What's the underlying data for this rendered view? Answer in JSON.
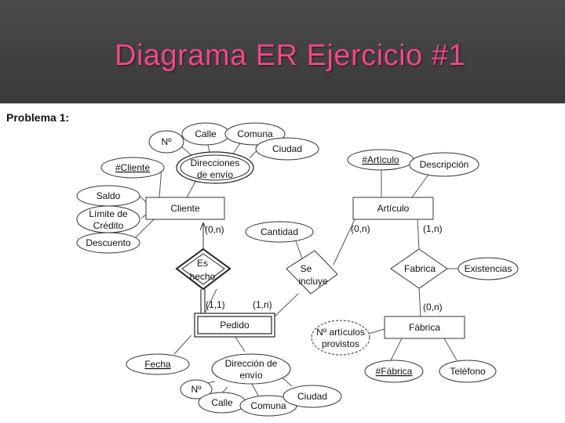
{
  "slide": {
    "title": "Diagrama ER Ejercicio #1"
  },
  "problem": {
    "label": "Problema 1:"
  },
  "entities": {
    "cliente": "Cliente",
    "articulo": "Artículo",
    "pedido": "Pedido",
    "fabrica": "Fábrica"
  },
  "relationships": {
    "es_hecho": [
      "Es",
      "hecho"
    ],
    "se_incluye": [
      "Se",
      "incluye"
    ],
    "fabrica": "Fabrica"
  },
  "attributes": {
    "nro": "Nº",
    "calle": "Calle",
    "comuna": "Comuna",
    "ciudad": "Ciudad",
    "direcciones_envio": [
      "Direcciones",
      "de envío"
    ],
    "id_cliente": "#Cliente",
    "saldo": "Saldo",
    "limite_credito": [
      "Límite de",
      "Crédito"
    ],
    "descuento": "Descuento",
    "id_articulo": "#Artículo",
    "descripcion": "Descripción",
    "cantidad": "Cantidad",
    "existencias": "Existencias",
    "nro_articulos_provistos": [
      "Nº artículos",
      "provistos"
    ],
    "id_fabrica": "#Fábrica",
    "telefono": "Teléfono",
    "fecha": "Fecha",
    "direccion_envio": [
      "Dirección de",
      "envío"
    ],
    "nro_2": "Nº",
    "calle_2": "Calle",
    "comuna_2": "Comuna",
    "ciudad_2": "Ciudad"
  },
  "cardinalities": {
    "cliente_es_hecho": "(0,n)",
    "pedido_es_hecho": "(1,1)",
    "pedido_se_incluye": "(1,n)",
    "articulo_se_incluye": "(0,n)",
    "articulo_fabrica": "(1,n)",
    "fabrica_fabrica": "(0,n)"
  }
}
